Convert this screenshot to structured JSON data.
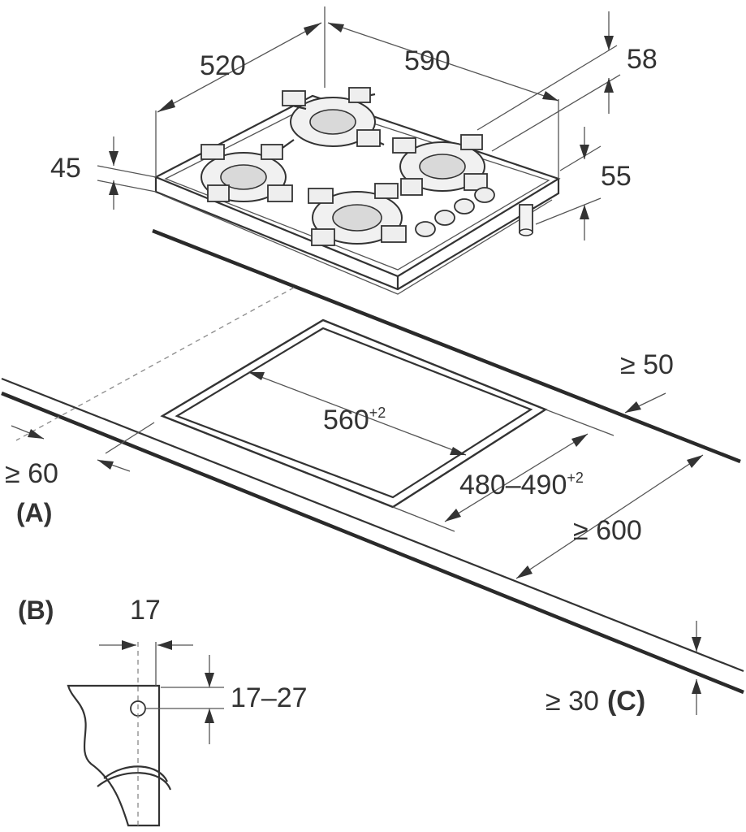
{
  "dimensions": {
    "hob_depth": "520",
    "hob_width": "590",
    "hob_height_total": "58",
    "hob_frame_height": "45",
    "hob_side_height": "55",
    "cutout_width": "560",
    "cutout_width_tol": "+2",
    "cutout_depth": "480–490",
    "cutout_depth_tol": "+2",
    "rear_clearance": "≥ 50",
    "front_clearance": "≥ 60",
    "worktop_depth": "≥ 600",
    "worktop_thickness": "≥ 30",
    "bracket_width": "17",
    "bracket_hole_range": "17–27"
  },
  "labels": {
    "detail_a": "(A)",
    "detail_b": "(B)",
    "detail_c": "(C)"
  }
}
